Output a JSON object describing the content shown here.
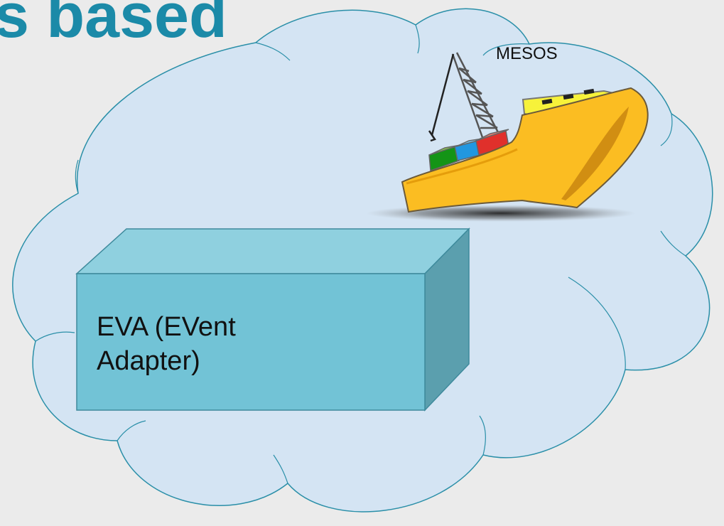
{
  "slide": {
    "title_fragment": "s based"
  },
  "diagram": {
    "cloud_color": "#d4e4f3",
    "cloud_outline": "#2a8fa8",
    "title_color": "#1b8aa8",
    "ship": {
      "label": "MESOS",
      "hull_color": "#fbbd22",
      "cabin_color": "#f7f23a",
      "container_colors": [
        "#149416",
        "#2197e0",
        "#e0302b",
        "#8bd349"
      ]
    },
    "box": {
      "label_line1": "EVA (EVent",
      "label_line2": "Adapter)",
      "front_color": "#72c3d6",
      "top_color": "#8fd0df",
      "side_color": "#5b9fae"
    }
  }
}
